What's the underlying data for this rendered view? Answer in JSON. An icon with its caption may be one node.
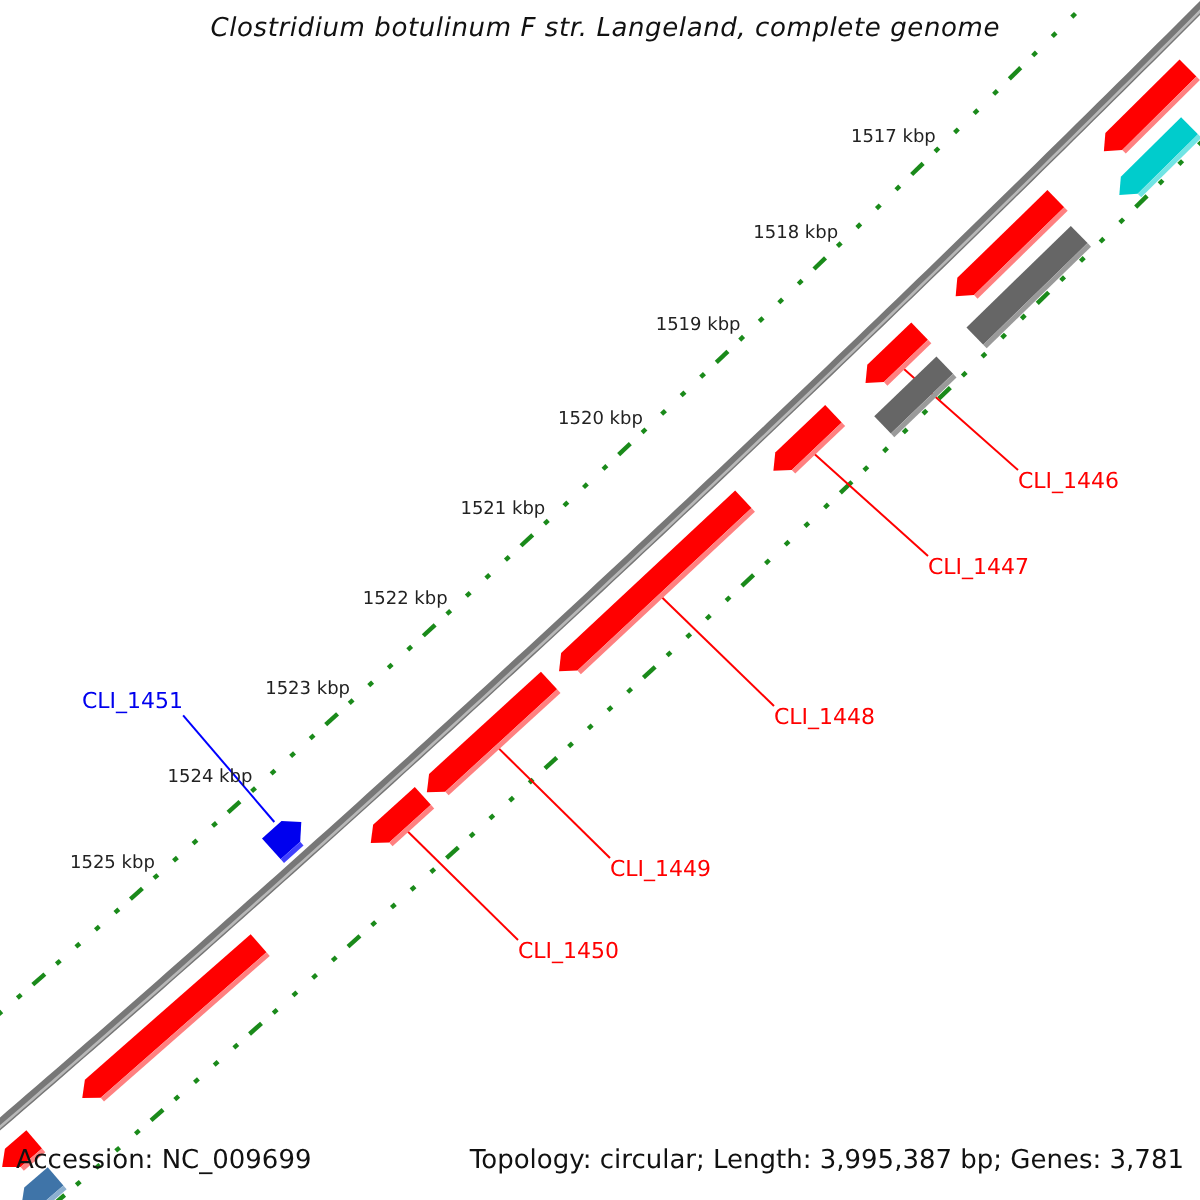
{
  "diagram": {
    "title": "Clostridium botulinum F str. Langeland, complete genome",
    "nodes": [
      {
        "text": [
          "CLI_1446"
        ]
      },
      {
        "text": [
          "CLI_1447"
        ]
      },
      {
        "text": [
          "CLI_1448"
        ]
      },
      {
        "text": [
          "CLI_1451"
        ]
      },
      {
        "text": [
          "CLI_1449"
        ]
      },
      {
        "text": [
          "CLI_1450"
        ]
      },
      {
        "text": [],
        "shape": "bar"
      },
      {
        "text": [],
        "shape": "bar"
      },
      {
        "text": [],
        "shape": "bar"
      },
      {
        "text": [],
        "shape": "bar"
      },
      {
        "text": [],
        "shape": "bar"
      },
      {
        "text": [],
        "shape": "bar"
      },
      {
        "text": [],
        "shape": "bar"
      },
      {
        "text": [],
        "shape": "bar"
      },
      {
        "text": [],
        "shape": "bar"
      },
      {
        "text": [],
        "shape": "bar"
      },
      {
        "text": [],
        "shape": "bar"
      },
      {
        "text": [],
        "shape": "bar"
      },
      {
        "text": [],
        "shape": "bar"
      },
      {
        "text": [],
        "shape": "bar"
      }
    ],
    "edges": [
      {
        "from": 0,
        "to": 15,
        "arrow": "none"
      },
      {
        "from": 1,
        "to": 13,
        "arrow": "none"
      },
      {
        "from": 2,
        "to": 12,
        "arrow": "none"
      },
      {
        "from": 3,
        "to": 9,
        "arrow": "none",
        "color": "#0000ff"
      },
      {
        "from": 4,
        "to": 11,
        "arrow": "none"
      },
      {
        "from": 5,
        "to": 10,
        "arrow": "none"
      }
    ],
    "labels": [
      "1517 kbp",
      "1518 kbp",
      "1519 kbp",
      "1520 kbp",
      "1521 kbp",
      "1522 kbp",
      "1523 kbp",
      "1524 kbp",
      "1525 kbp",
      "Accession: NC_009699",
      "Topology: circular; Length: 3,995,387 bp; Genes: 3,781"
    ]
  }
}
